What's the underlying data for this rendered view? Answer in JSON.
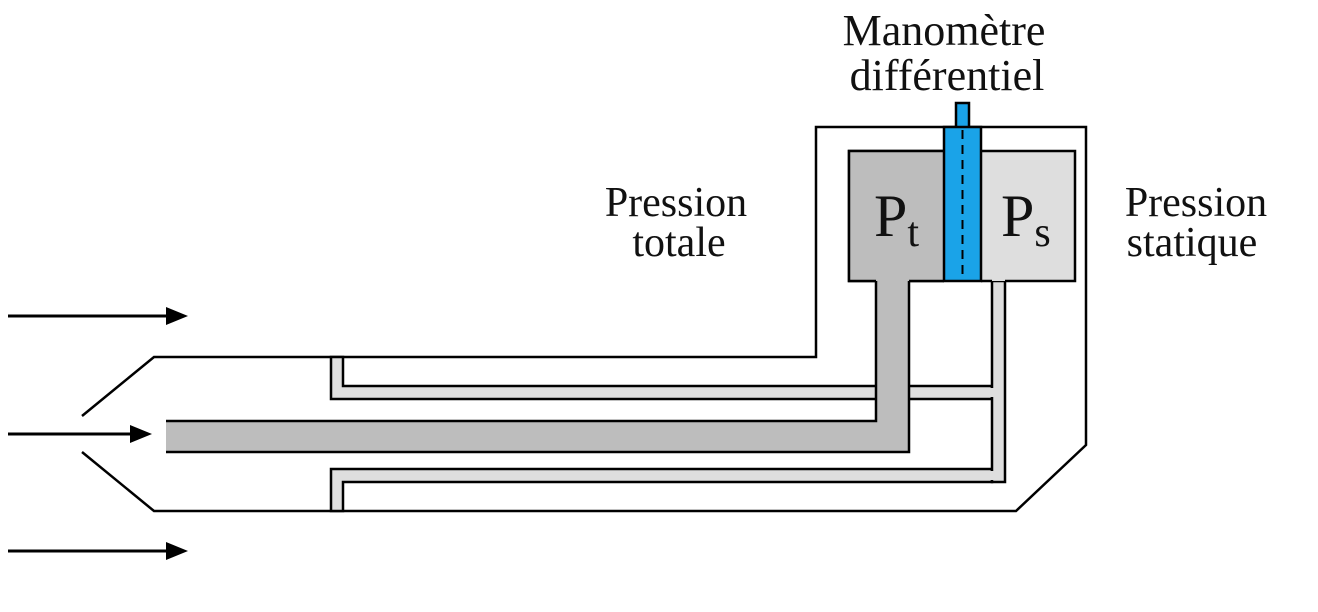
{
  "title": {
    "line1": "Manomètre",
    "line2": "différentiel"
  },
  "left_label": {
    "line1": "Pression",
    "line2": "totale"
  },
  "right_label": {
    "line1": "Pression",
    "line2": "statique"
  },
  "chambers": {
    "total": {
      "symbol": "P",
      "subscript": "t"
    },
    "static": {
      "symbol": "P",
      "subscript": "s"
    }
  },
  "colors": {
    "line": "#000000",
    "total_fill": "#bdbdbd",
    "static_fill": "#dedede",
    "manometer_blue": "#1aa3e8",
    "background": "#ffffff"
  },
  "icons": {
    "flow_arrows": "arrow-right-icon"
  }
}
